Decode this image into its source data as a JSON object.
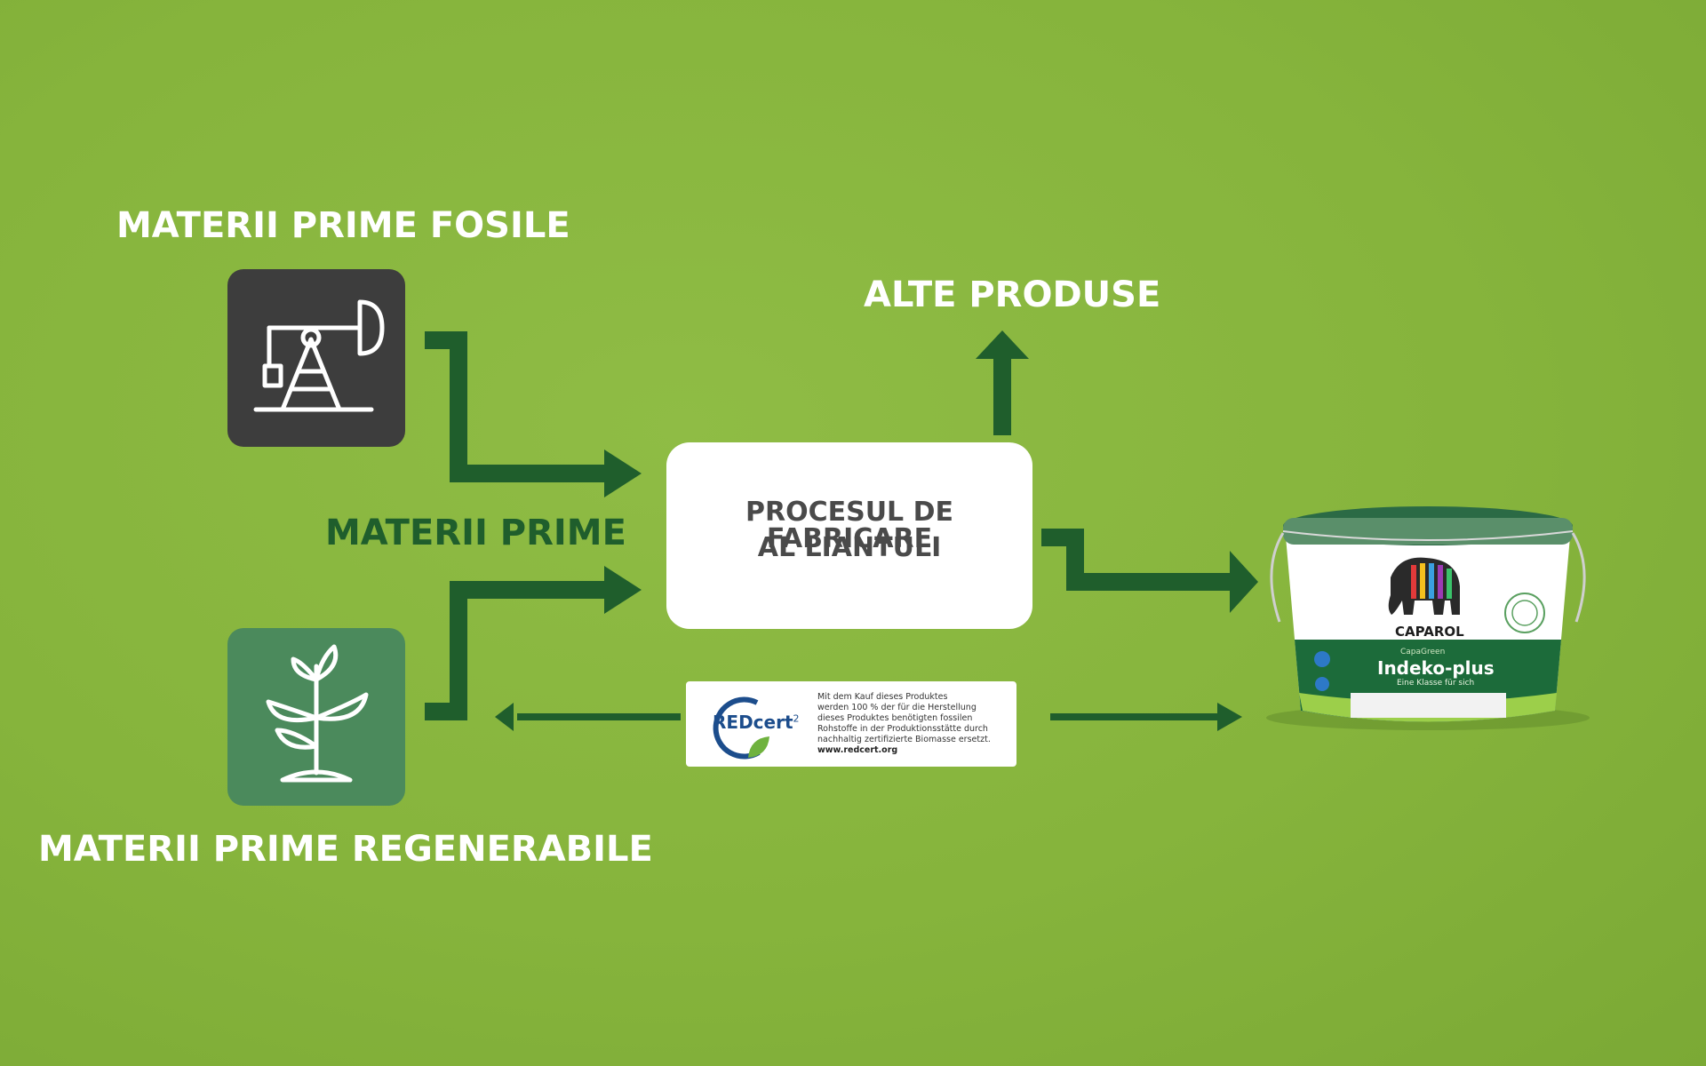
{
  "labels": {
    "fossil": "MATERII PRIME FOSILE",
    "other_products": "ALTE PRODUSE",
    "raw_materials": "MATERII PRIME",
    "renewable": "MATERII PRIME REGENERABILE"
  },
  "process": {
    "line1": "PROCESUL DE FABRICARE",
    "line2": "AL LIANTULI"
  },
  "certificate": {
    "logo": "REDcert",
    "logo_suffix": "2",
    "text_lines": [
      "Mit dem Kauf dieses Produktes",
      "werden 100 % der für die Herstellung",
      "dieses Produktes benötigten fossilen",
      "Rohstoffe in der Produktionsstätte durch",
      "nachhaltig zertifizierte Biomasse ersetzt."
    ],
    "url": "www.redcert.org"
  },
  "product": {
    "brand": "CAPAROL",
    "line": "CapaGreen",
    "name": "Indeko-plus",
    "tagline": "Eine Klasse für sich"
  },
  "colors": {
    "background": "#86b43c",
    "arrow": "#1f5e2c",
    "fossil_tile": "#3d3d3d",
    "renewable_tile": "#4b8a5c",
    "dot_dark": "#2f2f2f",
    "dot_green": "#4a9a66",
    "bucket_band": "#1c6b3a"
  },
  "icons": {
    "fossil": "oil-pump-icon",
    "renewable": "plant-sprout-icon",
    "certificate": "redcert-logo-icon"
  }
}
